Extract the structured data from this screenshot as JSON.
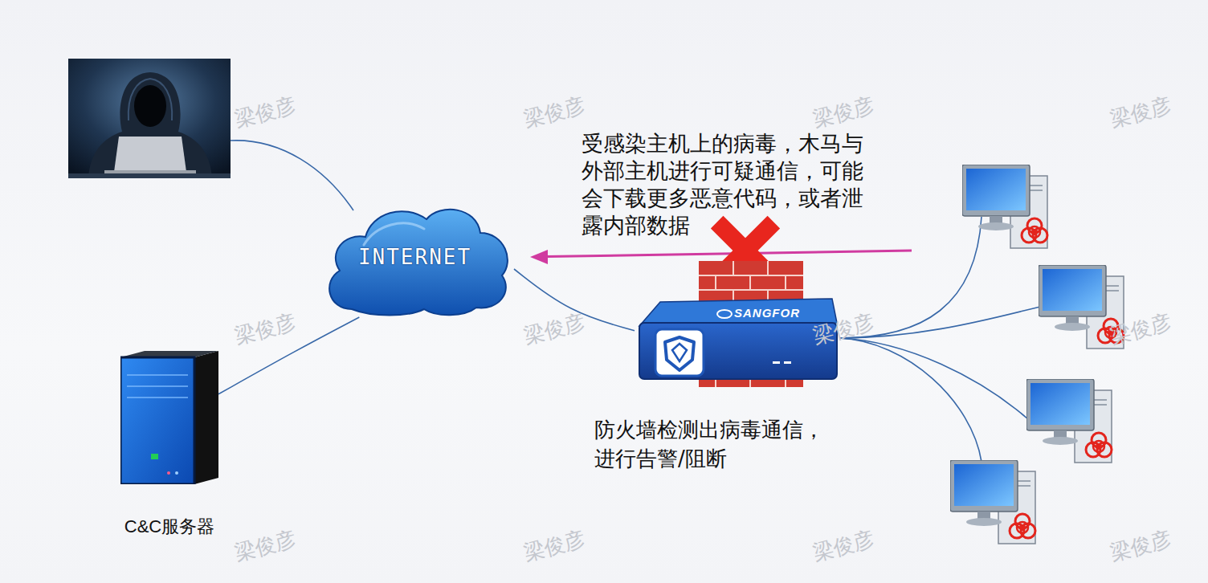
{
  "diagram": {
    "nodes": [
      {
        "text": [
          "INTERNET"
        ]
      },
      {
        "text": [
          "C&C服务器"
        ]
      },
      {
        "text": [
          "SANGFOR"
        ]
      }
    ],
    "edges": [
      {
        "from": 0,
        "to": 1,
        "arrow": "none"
      },
      {
        "from": 0,
        "to": 2,
        "arrow": "none"
      }
    ],
    "labels": [
      "受感染主机上的病毒，木马与 外部主机进行可疑通信，可能 会下载更多恶意代码，或者泄 露内部数据",
      "防火墙检测出病毒通信， 进行告警/阻断",
      "梁俊彦",
      "梁俊彦",
      "梁俊彦",
      "梁俊彦",
      "梁俊彦",
      "梁俊彦",
      "梁俊彦",
      "梁俊彦",
      "梁俊彦",
      "梁俊彦",
      "梁俊彦",
      "梁俊彦"
    ]
  }
}
